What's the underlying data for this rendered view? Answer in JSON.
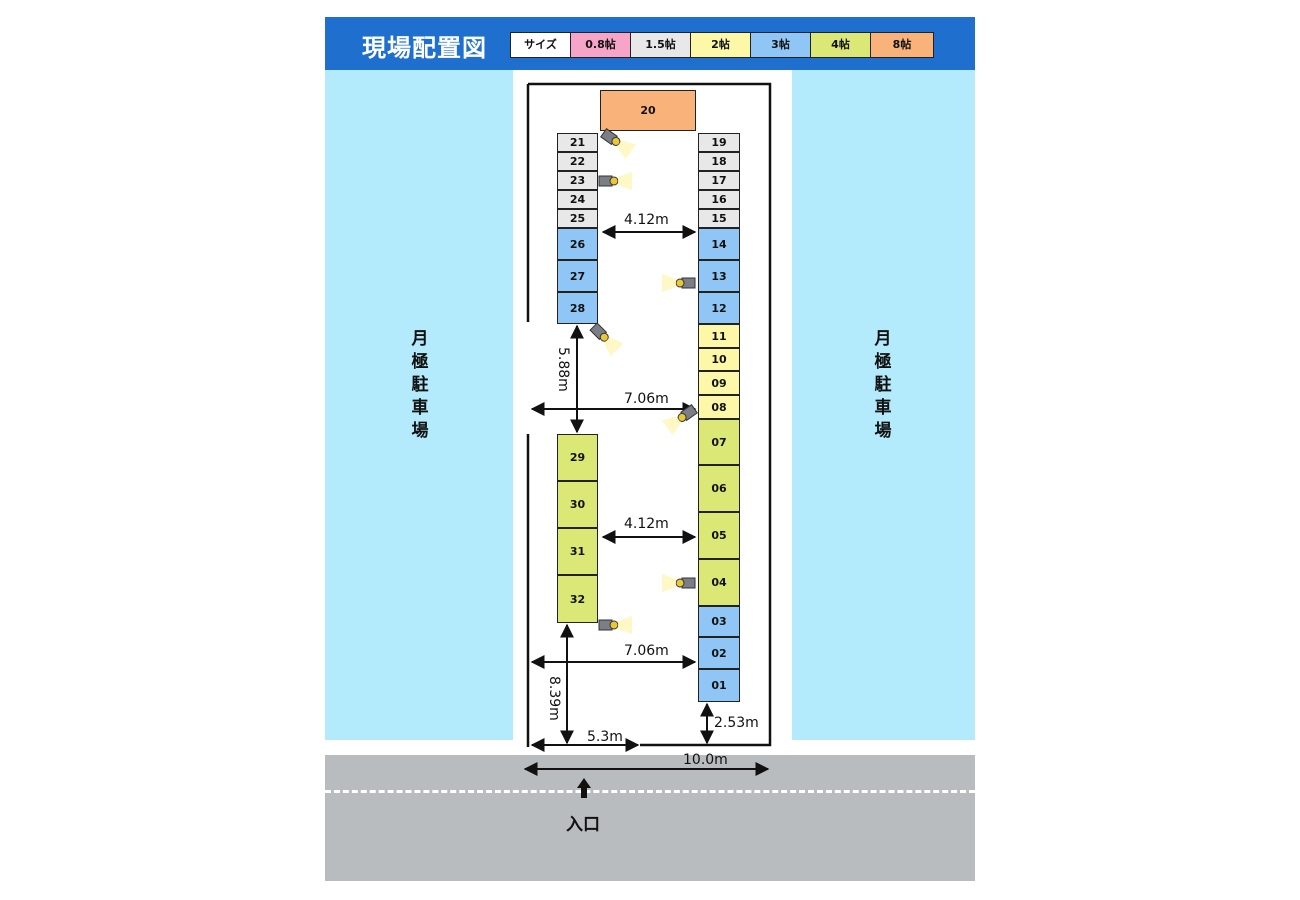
{
  "header": {
    "title": "現場配置図"
  },
  "legend": [
    {
      "label": "サイズ",
      "color": "#ffffff"
    },
    {
      "label": "0.8帖",
      "color": "#f6a4c7"
    },
    {
      "label": "1.5帖",
      "color": "#e8e8e8"
    },
    {
      "label": "2帖",
      "color": "#fcf8a8"
    },
    {
      "label": "3帖",
      "color": "#90c6f6"
    },
    {
      "label": "4帖",
      "color": "#dbe876"
    },
    {
      "label": "8帖",
      "color": "#f8b27a"
    }
  ],
  "side_lots": {
    "left_label": "月極駐車場",
    "right_label": "月極駐車場"
  },
  "entrance_label": "入口",
  "units": [
    {
      "label": "20",
      "size": "8帖"
    },
    {
      "label": "21",
      "size": "1.5帖"
    },
    {
      "label": "22",
      "size": "1.5帖"
    },
    {
      "label": "23",
      "size": "1.5帖"
    },
    {
      "label": "24",
      "size": "1.5帖"
    },
    {
      "label": "25",
      "size": "1.5帖"
    },
    {
      "label": "26",
      "size": "3帖"
    },
    {
      "label": "27",
      "size": "3帖"
    },
    {
      "label": "28",
      "size": "3帖"
    },
    {
      "label": "29",
      "size": "4帖"
    },
    {
      "label": "30",
      "size": "4帖"
    },
    {
      "label": "31",
      "size": "4帖"
    },
    {
      "label": "32",
      "size": "4帖"
    },
    {
      "label": "19",
      "size": "1.5帖"
    },
    {
      "label": "18",
      "size": "1.5帖"
    },
    {
      "label": "17",
      "size": "1.5帖"
    },
    {
      "label": "16",
      "size": "1.5帖"
    },
    {
      "label": "15",
      "size": "1.5帖"
    },
    {
      "label": "14",
      "size": "3帖"
    },
    {
      "label": "13",
      "size": "3帖"
    },
    {
      "label": "12",
      "size": "3帖"
    },
    {
      "label": "11",
      "size": "2帖"
    },
    {
      "label": "10",
      "size": "2帖"
    },
    {
      "label": "09",
      "size": "2帖"
    },
    {
      "label": "08",
      "size": "2帖"
    },
    {
      "label": "07",
      "size": "4帖"
    },
    {
      "label": "06",
      "size": "4帖"
    },
    {
      "label": "05",
      "size": "4帖"
    },
    {
      "label": "04",
      "size": "4帖"
    },
    {
      "label": "03",
      "size": "3帖"
    },
    {
      "label": "02",
      "size": "3帖"
    },
    {
      "label": "01",
      "size": "3帖"
    }
  ],
  "dimensions": {
    "aisle_top": "4.12m",
    "aisle_bottom": "4.12m",
    "gap_vertical": "5.88m",
    "width_mid": "7.06m",
    "width_lower": "7.06m",
    "front_vertical": "8.39m",
    "front_left": "5.3m",
    "front_right": "2.53m",
    "site_width": "10.0m"
  }
}
